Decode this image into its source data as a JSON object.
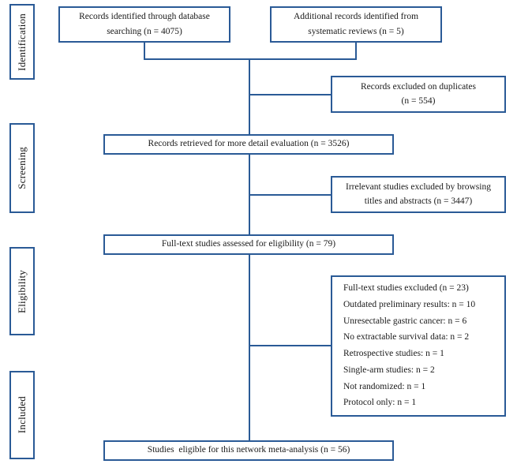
{
  "diagram": {
    "title": "PRISMA study selection flow diagram",
    "accent_color": "#2a5a96",
    "text_color": "#1a1a1a",
    "background_color": "#ffffff"
  },
  "stages": [
    {
      "label": "Identification"
    },
    {
      "label": "Screening"
    },
    {
      "label": "Eligibility"
    },
    {
      "label": "Included"
    }
  ],
  "boxes": {
    "database_records": {
      "line1": "Records identified through database",
      "line2": "searching (n = 4075)"
    },
    "additional_records": {
      "line1": "Additional records identified from",
      "line2": "systematic reviews (n = 5)"
    },
    "duplicates_excluded": {
      "line1": "Records excluded on duplicates",
      "line2": "(n = 554)"
    },
    "records_retrieved": {
      "line1": "Records retrieved for more detail evaluation (n = 3526)"
    },
    "irrelevant_excluded": {
      "line1": "Irrelevant studies excluded by browsing",
      "line2": "titles and abstracts (n = 3447)"
    },
    "fulltext_assessed": {
      "line1": "Full-text studies assessed for eligibility (n = 79)"
    },
    "studies_included": {
      "line1": "Studies  eligible for this network meta-analysis (n = 56)"
    }
  },
  "exclusions": {
    "items": [
      "Full-text studies excluded (n = 23)",
      "Outdated preliminary results: n = 10",
      "Unresectable gastric cancer: n = 6",
      "No extractable survival data: n = 2",
      "Retrospective studies: n = 1",
      "Single-arm studies: n = 2",
      "Not randomized: n = 1",
      "Protocol only: n = 1"
    ]
  }
}
